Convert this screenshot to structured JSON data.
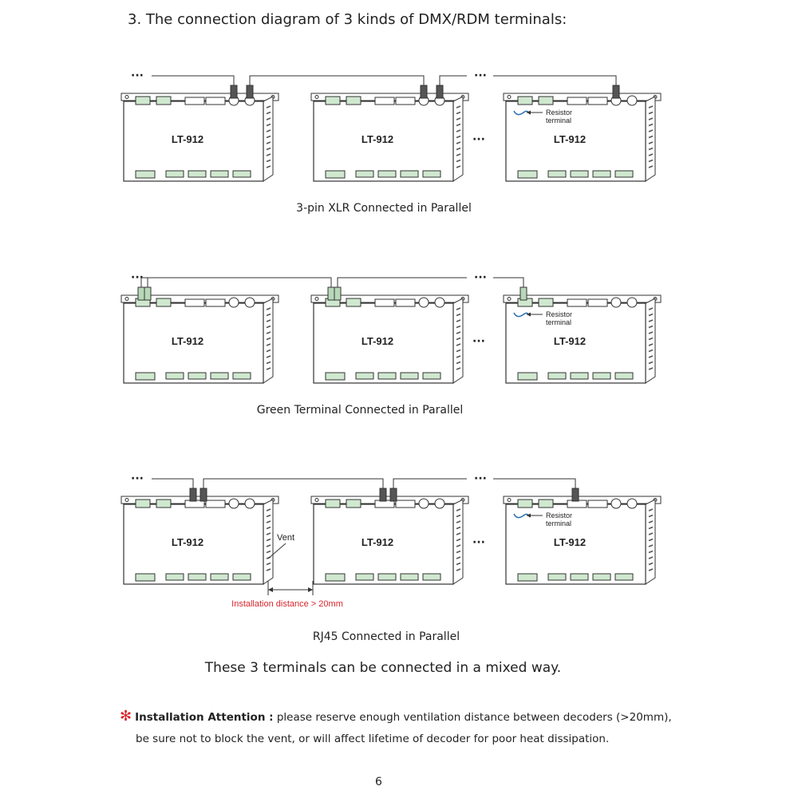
{
  "heading": "3. The connection diagram of 3 kinds of DMX/RDM terminals:",
  "device_label": "LT-912",
  "resistor_label_line1": "Resistor",
  "resistor_label_line2": "terminal",
  "ellipsis": "···",
  "vent_label": "Vent",
  "distance_label": "Installation distance > 20mm",
  "sections": [
    {
      "caption": "3-pin XLR Connected in Parallel"
    },
    {
      "caption": "Green Terminal Connected in Parallel"
    },
    {
      "caption": "RJ45 Connected in Parallel"
    }
  ],
  "mixed_text": "These 3 terminals can be connected in a mixed way.",
  "note": {
    "title": "Installation Attention :",
    "line1": " please reserve enough ventilation distance between decoders (>20mm),",
    "line2": "be sure not to block the vent, or will affect lifetime of decoder for poor heat dissipation."
  },
  "page_number": "6",
  "colors": {
    "accent_red": "#d8262c",
    "line": "#333333"
  }
}
